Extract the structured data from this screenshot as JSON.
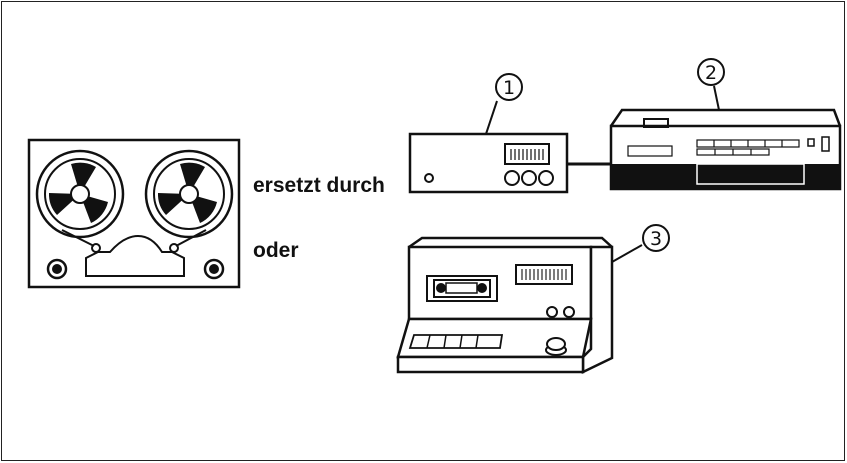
{
  "labels": {
    "replaced_by": "ersetzt durch",
    "or": "oder"
  },
  "callouts": {
    "device_1": "1",
    "device_2": "2",
    "device_3": "3"
  }
}
